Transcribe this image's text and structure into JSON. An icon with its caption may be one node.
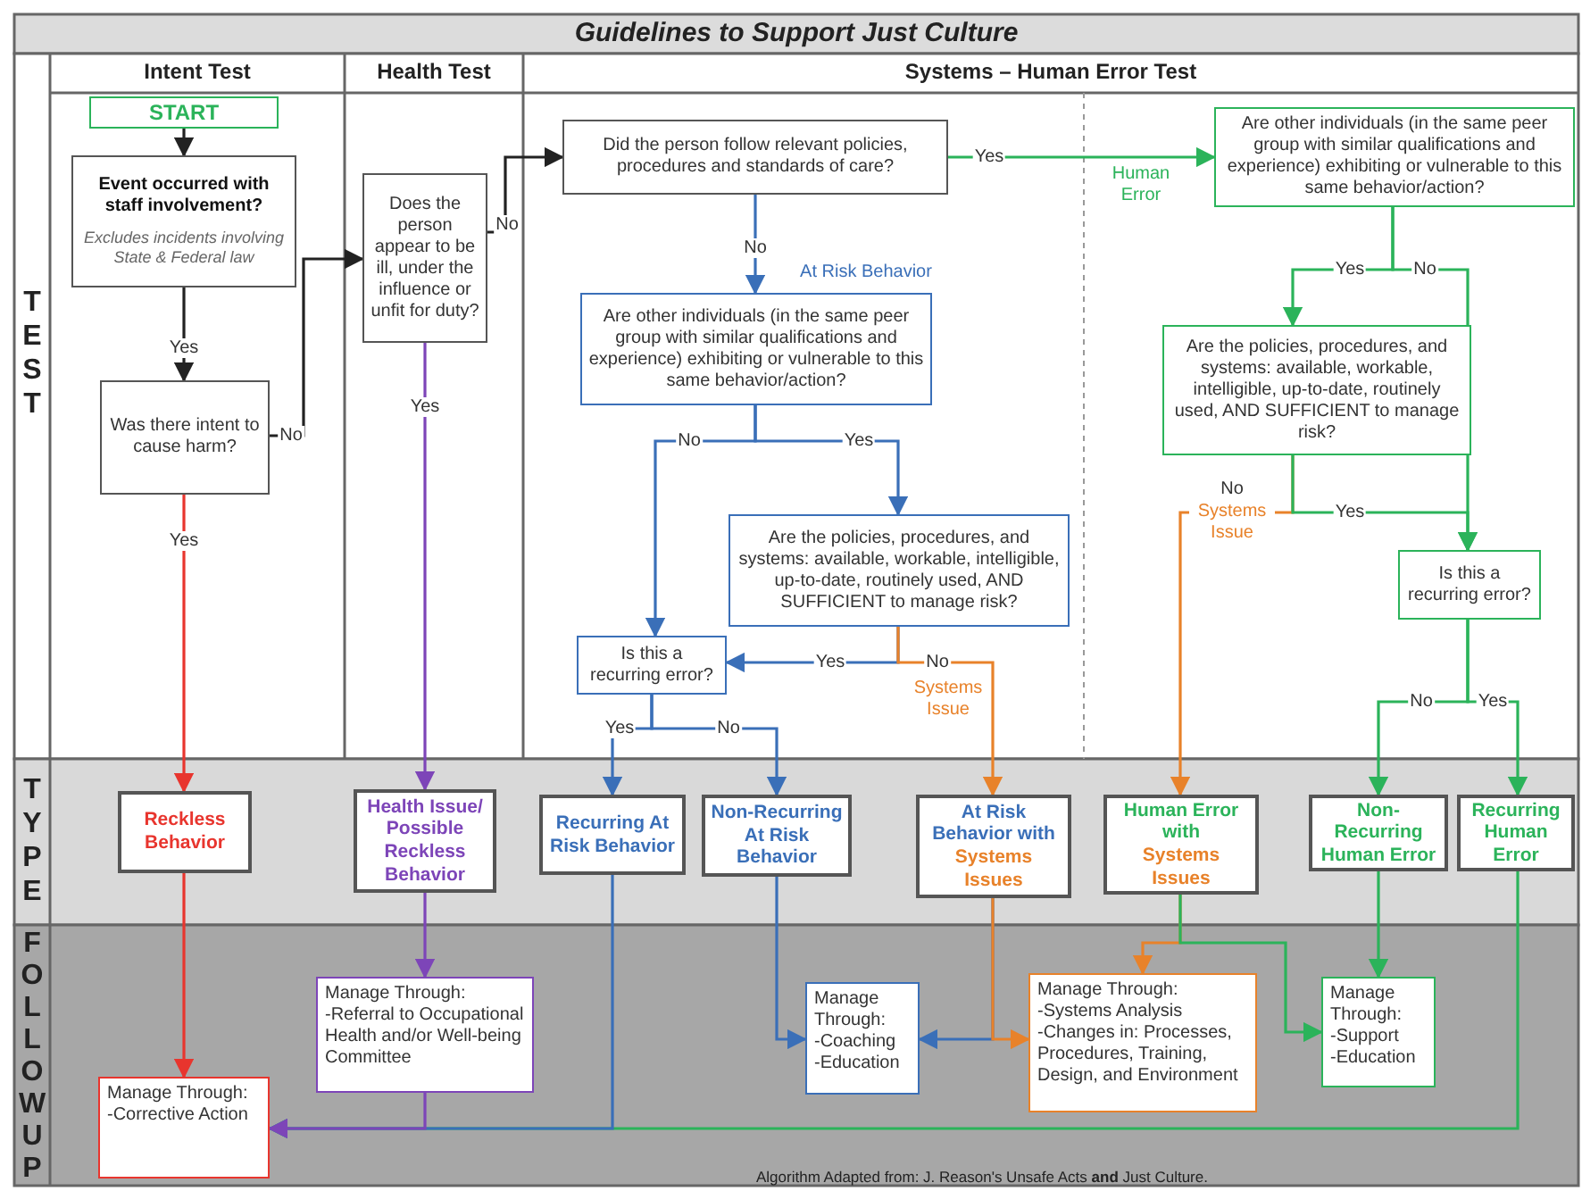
{
  "diagram": {
    "title": "Guidelines to Support Just Culture",
    "nodes": [
      {
        "text": [
          "START"
        ]
      },
      {
        "text": [
          "Event occurred with staff involvement?",
          "Excludes incidents involving State & Federal law"
        ]
      },
      {
        "text": [
          "Was there intent to cause harm?"
        ]
      },
      {
        "text": [
          "Does the person appear to be ill, under the influence or unfit for duty?"
        ]
      },
      {
        "text": [
          "Did the person follow relevant policies, procedures and standards of care?"
        ]
      },
      {
        "text": [
          "Are other individuals (in the same peer group with similar qualifications and experience) exhibiting or vulnerable to this same behavior/action?"
        ]
      },
      {
        "text": [
          "Are the policies, procedures, and systems: available, workable, intelligible, up-to-date, routinely used, AND SUFFICIENT to manage risk?"
        ]
      },
      {
        "text": [
          "Is this a recurring error?"
        ]
      },
      {
        "text": [
          "Are other individuals (in the same peer group with similar qualifications and experience) exhibiting or vulnerable to this same behavior/action?"
        ]
      },
      {
        "text": [
          "Are the policies, procedures, and systems: available, workable, intelligible, up-to-date, routinely used, AND SUFFICIENT to manage risk?"
        ]
      },
      {
        "text": [
          "Is this a recurring error?"
        ]
      },
      {
        "text": [
          "Reckless Behavior"
        ]
      },
      {
        "text": [
          "Health Issue/ Possible Reckless Behavior"
        ]
      },
      {
        "text": [
          "Recurring At Risk Behavior"
        ]
      },
      {
        "text": [
          "Non-Recurring At Risk Behavior"
        ]
      },
      {
        "text": [
          "At Risk Behavior with",
          "Systems Issues"
        ]
      },
      {
        "text": [
          "Human Error with",
          "Systems Issues"
        ]
      },
      {
        "text": [
          "Non-Recurring Human Error"
        ]
      },
      {
        "text": [
          "Recurring Human Error"
        ]
      },
      {
        "text": [
          "Manage Through:",
          "-Corrective Action"
        ]
      },
      {
        "text": [
          "Manage Through:",
          "-Referral to Occupational Health and/or Well-being Committee"
        ]
      },
      {
        "text": [
          "Manage Through:",
          "-Coaching",
          "-Education"
        ]
      },
      {
        "text": [
          "Manage Through:",
          "-Systems Analysis",
          "-Changes in: Processes, Procedures, Training, Design, and Environment"
        ]
      },
      {
        "text": [
          "Manage Through:",
          "-Support",
          "-Education"
        ]
      }
    ],
    "edges": [
      {
        "from": 0,
        "to": 1,
        "arrow": "to",
        "color": "#222222"
      },
      {
        "from": 1,
        "to": 2,
        "arrow": "to",
        "label": "Yes",
        "color": "#222222"
      },
      {
        "from": 2,
        "to": 3,
        "arrow": "to",
        "label": "No",
        "color": "#222222"
      },
      {
        "from": 3,
        "to": 4,
        "arrow": "to",
        "label": "No",
        "color": "#222222"
      },
      {
        "from": 2,
        "to": 11,
        "arrow": "to",
        "label": "Yes",
        "color": "#e8352e"
      },
      {
        "from": 3,
        "to": 12,
        "arrow": "to",
        "label": "Yes",
        "color": "#7d45b8"
      },
      {
        "from": 4,
        "to": 5,
        "arrow": "to",
        "label": "No",
        "color": "#3a6fb8"
      },
      {
        "from": 4,
        "to": 8,
        "arrow": "to",
        "label": "Yes",
        "color": "#2bb35a"
      },
      {
        "from": 5,
        "to": 7,
        "arrow": "to",
        "label": "No",
        "color": "#3a6fb8"
      },
      {
        "from": 5,
        "to": 6,
        "arrow": "to",
        "label": "Yes",
        "color": "#3a6fb8"
      },
      {
        "from": 6,
        "to": 7,
        "arrow": "to",
        "label": "Yes",
        "color": "#3a6fb8"
      },
      {
        "from": 6,
        "to": 15,
        "arrow": "to",
        "label": "No",
        "color": "#e8822a"
      },
      {
        "from": 7,
        "to": 13,
        "arrow": "to",
        "label": "Yes",
        "color": "#3a6fb8"
      },
      {
        "from": 7,
        "to": 14,
        "arrow": "to",
        "label": "No",
        "color": "#3a6fb8"
      },
      {
        "from": 8,
        "to": 9,
        "arrow": "to",
        "label": "Yes",
        "color": "#2bb35a"
      },
      {
        "from": 8,
        "to": 10,
        "arrow": "to",
        "label": "No",
        "color": "#2bb35a"
      },
      {
        "from": 9,
        "to": 16,
        "arrow": "to",
        "label": "No",
        "color": "#e8822a"
      },
      {
        "from": 9,
        "to": 10,
        "arrow": "to",
        "label": "Yes",
        "color": "#2bb35a"
      },
      {
        "from": 10,
        "to": 17,
        "arrow": "to",
        "label": "No",
        "color": "#2bb35a"
      },
      {
        "from": 10,
        "to": 18,
        "arrow": "to",
        "label": "Yes",
        "color": "#2bb35a"
      },
      {
        "from": 11,
        "to": 19,
        "arrow": "to",
        "color": "#e8352e"
      },
      {
        "from": 12,
        "to": 20,
        "arrow": "to",
        "color": "#7d45b8"
      },
      {
        "from": 18,
        "to": 19,
        "arrow": "to",
        "color": "#2bb35a"
      },
      {
        "from": 13,
        "to": 19,
        "arrow": "to",
        "color": "#3a6fb8"
      },
      {
        "from": 20,
        "to": 19,
        "arrow": "to",
        "color": "#7d45b8"
      },
      {
        "from": 14,
        "to": 21,
        "arrow": "to",
        "color": "#3a6fb8"
      },
      {
        "from": 15,
        "to": 21,
        "arrow": "to",
        "color": "#3a6fb8"
      },
      {
        "from": 15,
        "to": 22,
        "arrow": "to",
        "color": "#e8822a"
      },
      {
        "from": 16,
        "to": 22,
        "arrow": "to",
        "color": "#e8822a"
      },
      {
        "from": 16,
        "to": 23,
        "arrow": "to",
        "color": "#2bb35a"
      },
      {
        "from": 17,
        "to": 23,
        "arrow": "to",
        "color": "#2bb35a"
      }
    ],
    "labels": [
      "Intent Test",
      "Health Test",
      "Systems – Human Error Test",
      "TEST",
      "TYPE",
      "FOLLOWUP",
      "At Risk Behavior",
      "Human Error",
      "Systems Issue",
      "Systems Issue",
      "Algorithm Adapted from: J. Reason's Unsafe Acts **and** Just Culture."
    ]
  }
}
